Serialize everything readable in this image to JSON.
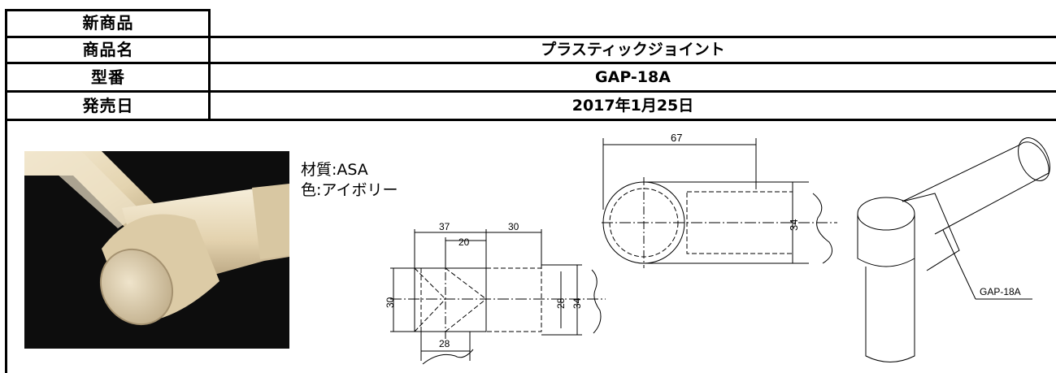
{
  "table": {
    "new_label": "新商品",
    "name_label": "商品名",
    "name_value": "プラスティックジョイント",
    "model_label": "型番",
    "model_value": "GAP-18A",
    "date_label": "発売日",
    "date_value": "2017年1月25日"
  },
  "spec": {
    "material": "材質:ASA",
    "color": "色:アイボリー"
  },
  "drawing": {
    "front": {
      "d37": "37",
      "d30_top": "30",
      "d20": "20",
      "d30_side": "30",
      "d28_right": "28",
      "d34": "34",
      "d28_bottom": "28"
    },
    "top": {
      "d67": "67",
      "d34": "34"
    },
    "iso": {
      "label": "GAP-18A"
    }
  },
  "colors": {
    "ivory": "#e9dcc0",
    "background": "#0d0d0d"
  }
}
